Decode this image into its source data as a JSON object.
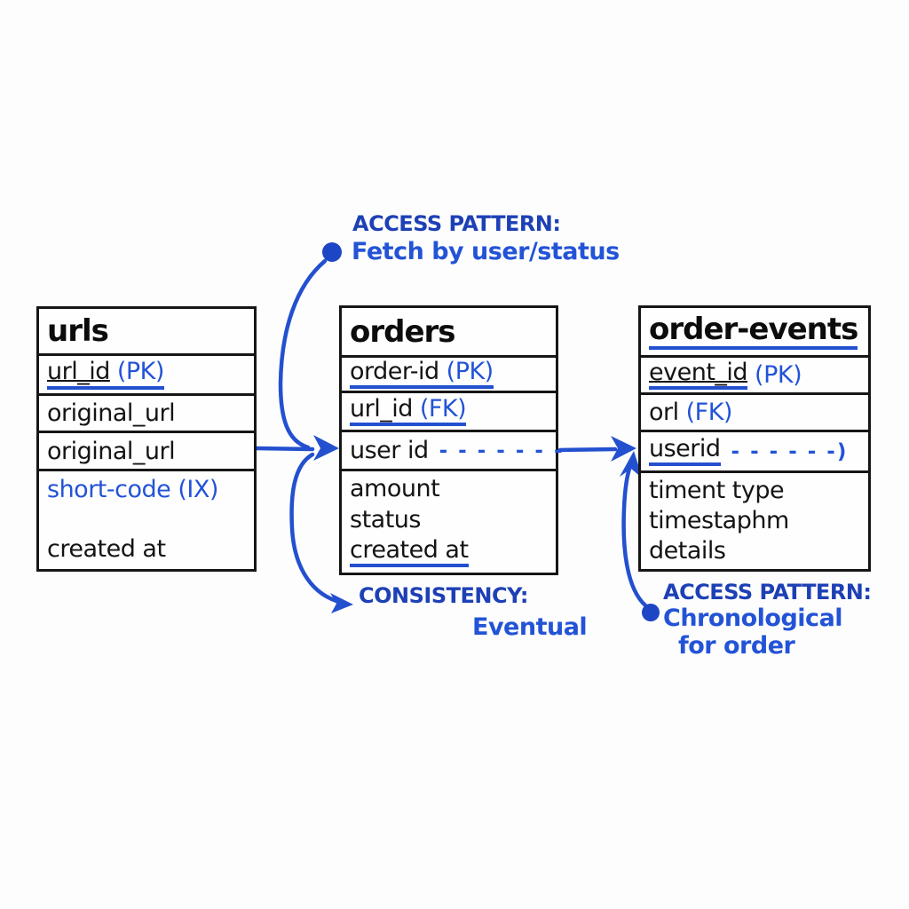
{
  "colors": {
    "accent_blue": "#2353d6",
    "heading_blue": "#1d40b5",
    "line_blue": "#2350cf",
    "text_black": "#141414",
    "background": "#fdfdfd"
  },
  "tables": [
    {
      "name": "urls",
      "rows": [
        {
          "name": "url_id",
          "key": "(PK)"
        },
        {
          "name": "original_url"
        },
        {
          "name": "original_url"
        },
        {
          "name": "short-code (IX)"
        },
        {
          "name": "created at"
        }
      ]
    },
    {
      "name": "orders",
      "rows": [
        {
          "name": "order-id",
          "key": "(PK)"
        },
        {
          "name": "url_id",
          "key": "(FK)"
        },
        {
          "name": "user id",
          "dashes": "- - - - - - -"
        },
        {
          "name": "amount"
        },
        {
          "name": "status"
        },
        {
          "name": "created at"
        }
      ]
    },
    {
      "name": "order-events",
      "rows": [
        {
          "name": "event_id",
          "key": "(PK)"
        },
        {
          "name": "orl",
          "key": "(FK)"
        },
        {
          "name": "userid",
          "dashes": "- - - - - -)"
        },
        {
          "name": "timent type"
        },
        {
          "name": "timestaphm"
        },
        {
          "name": "details"
        }
      ]
    }
  ],
  "annotations": {
    "top": {
      "heading": "ACCESS PATTERN:",
      "body": "Fetch by user/status"
    },
    "consistency": {
      "heading": "CONSISTENCY:",
      "body": "Eventual"
    },
    "chronological": {
      "heading": "ACCESS PATTERN:",
      "body_line1": "Chronological",
      "body_line2": "for order"
    }
  }
}
